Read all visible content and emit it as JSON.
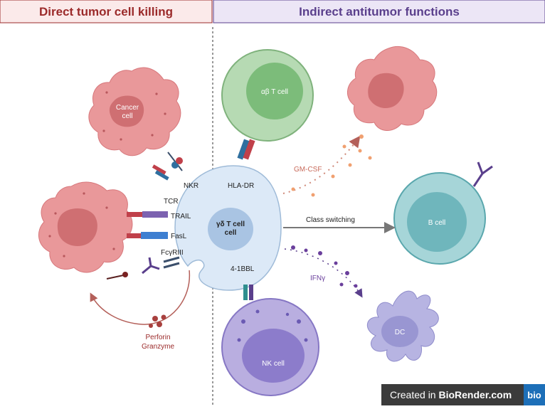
{
  "headers": {
    "left": "Direct tumor cell killing",
    "right": "Indirect antitumor functions"
  },
  "colors": {
    "left_header_text": "#9b2a2a",
    "right_header_text": "#5a3f8c",
    "left_header_bg": "#fbeaea",
    "right_header_bg": "#ece6f6",
    "cancer_fill": "#e9989a",
    "gd_cell_fill": "#dce9f7",
    "ab_cell_fill": "#9fcf9e",
    "b_cell_fill": "#8fc7cc",
    "nk_cell_fill": "#a99cd6",
    "dc_fill": "#b7b4e2"
  },
  "cells": {
    "cancer_cell": "Cancer cell",
    "gd_t_cell": "γδ T cell",
    "ab_t_cell": "αβ T cell",
    "b_cell": "B cell",
    "nk_cell": "NK cell",
    "dc": "DC"
  },
  "receptors": {
    "nkr": "NKR",
    "tcr": "TCR",
    "trail": "TRAIL",
    "fasl": "FasL",
    "fcgriii": "FcγRIII",
    "hla_dr": "HLA-DR",
    "four_1bbl": "4-1BBL"
  },
  "arrows": {
    "gm_csf": "GM-CSF",
    "class_switching": "Class switching",
    "ifng": "IFNγ",
    "perforin": "Perforin",
    "granzyme": "Granzyme"
  },
  "watermark": {
    "prefix": "Created in",
    "brand": "BioRender.com",
    "logo": "bio"
  }
}
